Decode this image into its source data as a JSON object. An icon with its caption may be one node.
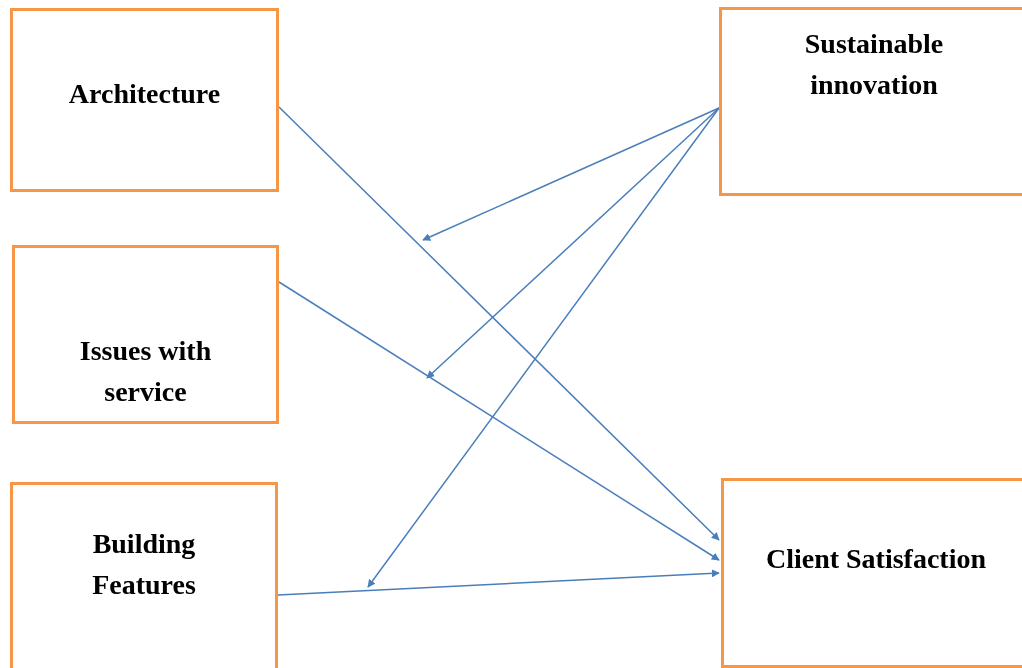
{
  "diagram": {
    "nodes": [
      {
        "text": [
          "Architecture"
        ]
      },
      {
        "text": [
          "Issues with service"
        ]
      },
      {
        "text": [
          "Building Features"
        ]
      },
      {
        "text": [
          "Sustainable innovation"
        ]
      },
      {
        "text": [
          "Client Satisfaction"
        ]
      }
    ],
    "edges": [
      {
        "from": 0,
        "to": 4,
        "arrow": "to"
      },
      {
        "from": 1,
        "to": 4,
        "arrow": "to"
      },
      {
        "from": 2,
        "to": 4,
        "arrow": "to"
      },
      {
        "from": 3,
        "to": null,
        "arrow": "to"
      },
      {
        "from": 3,
        "to": null,
        "arrow": "to"
      },
      {
        "from": 3,
        "to": null,
        "arrow": "to"
      }
    ]
  }
}
